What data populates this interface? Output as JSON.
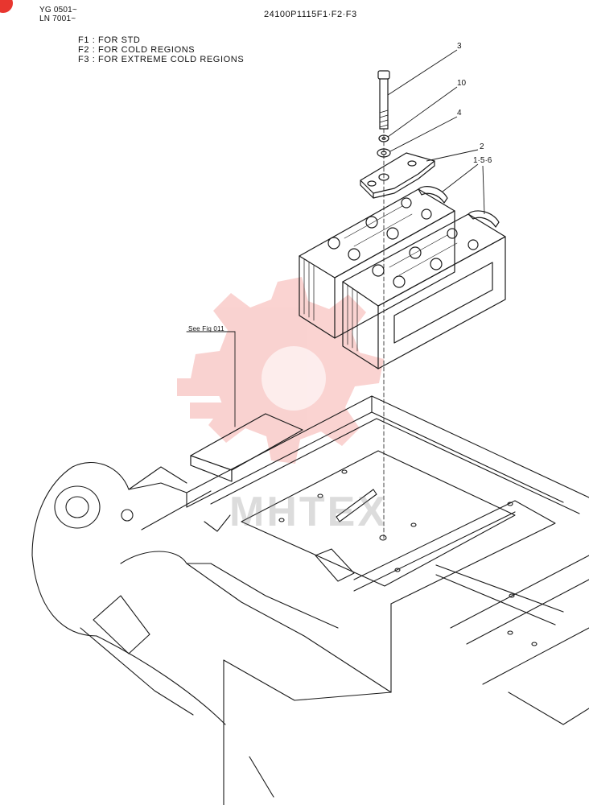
{
  "header": {
    "serial_line_1": "YG 0501~",
    "serial_line_2": "LN 7001~",
    "part_code": "24100P1115F1·F2·F3"
  },
  "legend": {
    "items": [
      {
        "label": "F1 : FOR STD"
      },
      {
        "label": "F2 : FOR COLD REGIONS"
      },
      {
        "label": "F3 : FOR EXTREME COLD REGIONS"
      }
    ]
  },
  "callouts": {
    "bolt": "3",
    "washer": "10",
    "washer_flat": "4",
    "clamp_plate": "2",
    "batteries": "1·5·6"
  },
  "reference": {
    "label": "See Fig 011"
  },
  "watermark": {
    "text": "MHTEX",
    "color": "#e8362f"
  },
  "colors": {
    "line": "#1a1a1a",
    "accent_corner": "#e8362f"
  }
}
